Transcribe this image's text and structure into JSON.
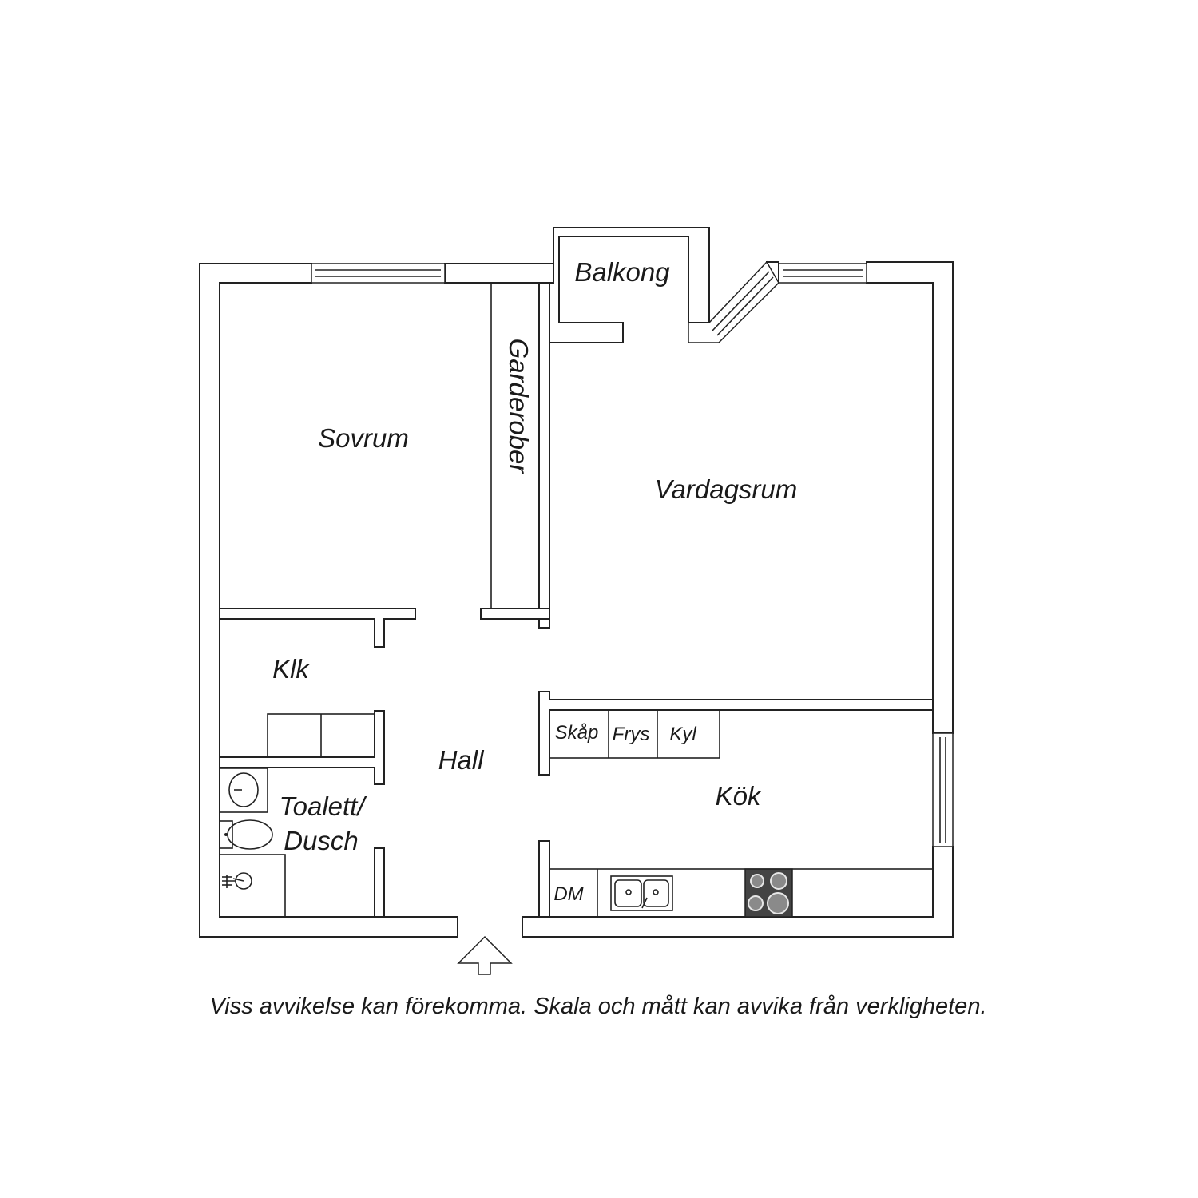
{
  "rooms": {
    "balkong": "Balkong",
    "sovrum": "Sovrum",
    "garderober": "Garderober",
    "vardagsrum": "Vardagsrum",
    "klk": "Klk",
    "hall": "Hall",
    "toalett_line1": "Toalett/",
    "toalett_line2": "Dusch",
    "kok": "Kök"
  },
  "appliances": {
    "skap": "Skåp",
    "frys": "Frys",
    "kyl": "Kyl",
    "dm": "DM"
  },
  "entrance_icon": "arrow-up-icon",
  "footer": "Viss avvikelse kan förekomma. Skala och mått kan avvika från verkligheten.",
  "colors": {
    "wall_stroke": "#222222",
    "stove": "#444444",
    "background": "#ffffff"
  }
}
